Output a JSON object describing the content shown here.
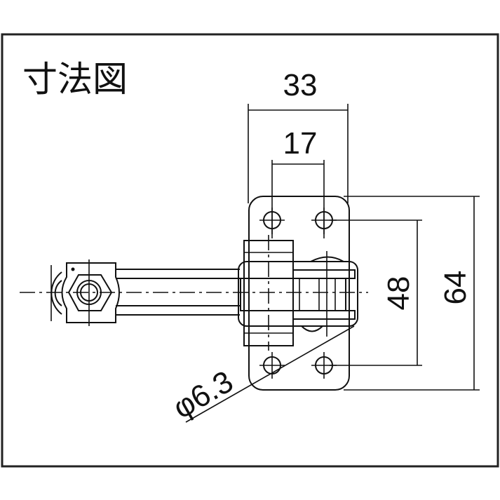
{
  "title": "寸法図",
  "dimensions": {
    "overall_width": "33",
    "hole_pitch_horizontal": "17",
    "hole_pitch_vertical": "48",
    "overall_height": "64",
    "hole_diameter": "φ6.3"
  },
  "colors": {
    "line": "#111111",
    "background": "#ffffff"
  }
}
